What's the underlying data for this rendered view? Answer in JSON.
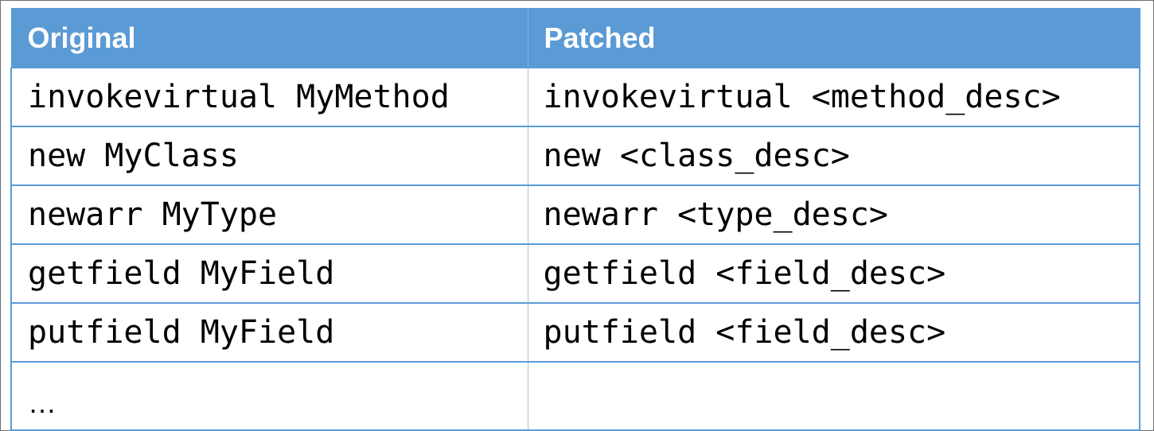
{
  "table": {
    "headers": [
      "Original",
      "Patched"
    ],
    "rows": [
      [
        "invokevirtual MyMethod",
        "invokevirtual <method_desc>"
      ],
      [
        "new MyClass",
        "new <class_desc>"
      ],
      [
        "newarr MyType",
        "newarr <type_desc>"
      ],
      [
        "getfield MyField",
        "getfield <field_desc>"
      ],
      [
        "putfield MyField",
        "putfield <field_desc>"
      ]
    ],
    "trailing_row": [
      "…",
      ""
    ]
  },
  "colors": {
    "header_bg": "#5b9bd5",
    "header_text": "#ffffff",
    "border": "#5b9bd5"
  }
}
